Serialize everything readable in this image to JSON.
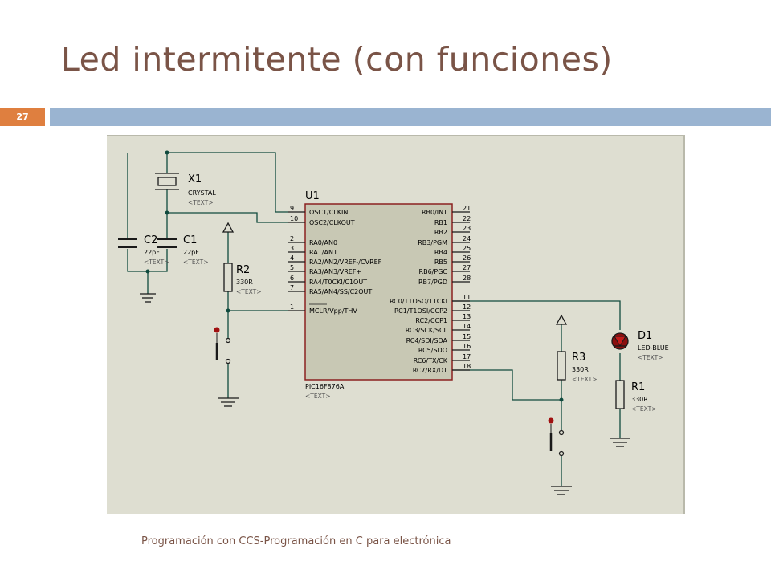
{
  "slide": {
    "title": "Led intermitente (con funciones)",
    "number": "27",
    "footer": "Programación con CCS-Programación en C para electrónica"
  },
  "colors": {
    "title": "#7a5447",
    "band": "#9ab4d1",
    "number_box": "#df7f3f",
    "schematic_bg": "#deded1",
    "chip_fill": "#c8c8b4",
    "chip_border": "#8b2020",
    "wire": "#104a3e",
    "led": "#a01010"
  },
  "schematic": {
    "placeholder": "<TEXT>",
    "crystal": {
      "ref": "X1",
      "value": "CRYSTAL"
    },
    "c1": {
      "ref": "C1",
      "value": "22pF"
    },
    "c2": {
      "ref": "C2",
      "value": "22pF"
    },
    "r1": {
      "ref": "R1",
      "value": "330R"
    },
    "r2": {
      "ref": "R2",
      "value": "330R"
    },
    "r3": {
      "ref": "R3",
      "value": "330R"
    },
    "led": {
      "ref": "D1",
      "value": "LED-BLUE"
    },
    "mcu": {
      "ref": "U1",
      "part": "PIC16F876A",
      "left_pins": [
        {
          "num": "9",
          "name": "OSC1/CLKIN"
        },
        {
          "num": "10",
          "name": "OSC2/CLKOUT"
        },
        {
          "num": "2",
          "name": "RA0/AN0"
        },
        {
          "num": "3",
          "name": "RA1/AN1"
        },
        {
          "num": "4",
          "name": "RA2/AN2/VREF-/CVREF"
        },
        {
          "num": "5",
          "name": "RA3/AN3/VREF+"
        },
        {
          "num": "6",
          "name": "RA4/T0CKI/C1OUT"
        },
        {
          "num": "7",
          "name": "RA5/AN4/SS/C2OUT"
        },
        {
          "num": "1",
          "name": "MCLR/Vpp/THV"
        }
      ],
      "right_pins": [
        {
          "num": "21",
          "name": "RB0/INT"
        },
        {
          "num": "22",
          "name": "RB1"
        },
        {
          "num": "23",
          "name": "RB2"
        },
        {
          "num": "24",
          "name": "RB3/PGM"
        },
        {
          "num": "25",
          "name": "RB4"
        },
        {
          "num": "26",
          "name": "RB5"
        },
        {
          "num": "27",
          "name": "RB6/PGC"
        },
        {
          "num": "28",
          "name": "RB7/PGD"
        },
        {
          "num": "11",
          "name": "RC0/T1OSO/T1CKI"
        },
        {
          "num": "12",
          "name": "RC1/T1OSI/CCP2"
        },
        {
          "num": "13",
          "name": "RC2/CCP1"
        },
        {
          "num": "14",
          "name": "RC3/SCK/SCL"
        },
        {
          "num": "15",
          "name": "RC4/SDI/SDA"
        },
        {
          "num": "16",
          "name": "RC5/SDO"
        },
        {
          "num": "17",
          "name": "RC6/TX/CK"
        },
        {
          "num": "18",
          "name": "RC7/RX/DT"
        }
      ]
    }
  }
}
